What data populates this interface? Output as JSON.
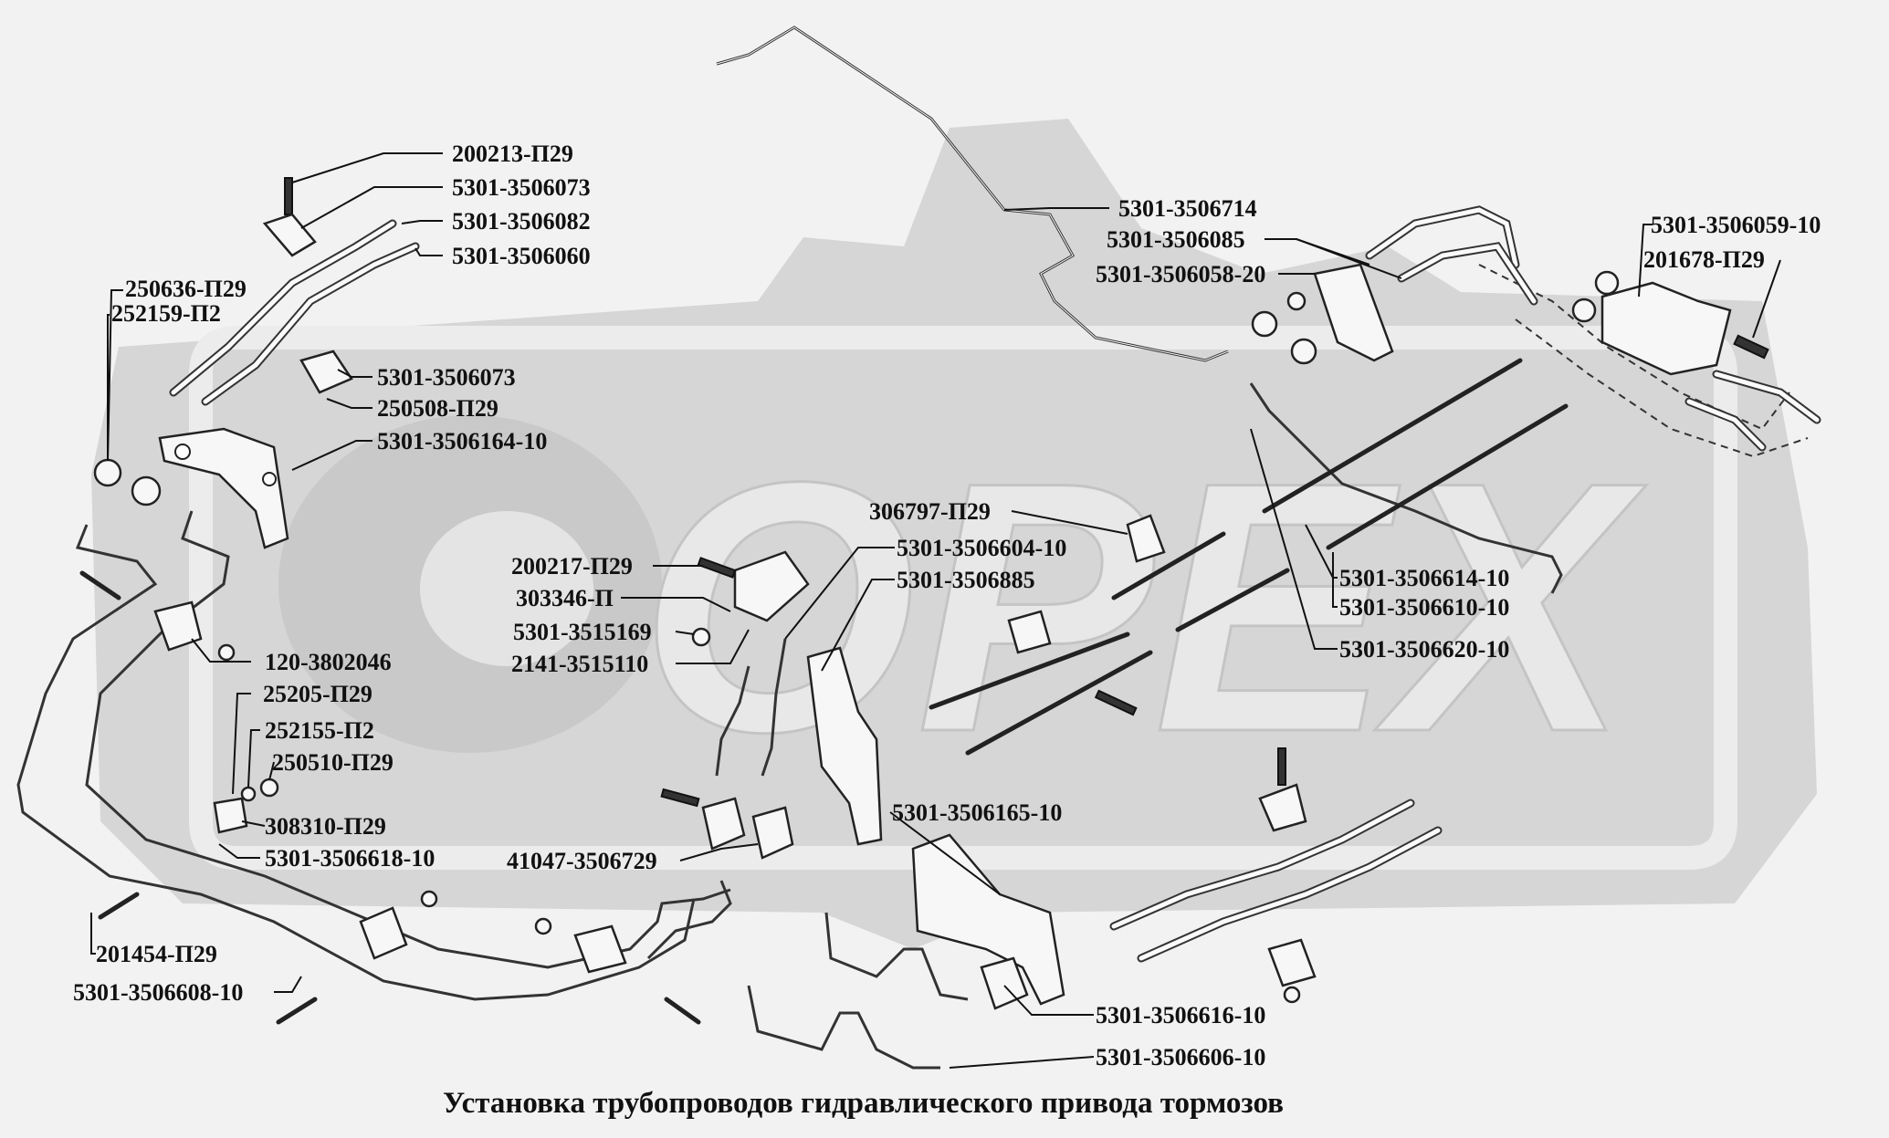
{
  "caption": "Установка трубопроводов гидравлического привода тормозов",
  "watermark": {
    "text": "OPEX",
    "color": "#d4d4d4"
  },
  "labels": [
    "200213-П29",
    "5301-3506073",
    "5301-3506082",
    "5301-3506060",
    "250636-П29",
    "252159-П2",
    "5301-3506073",
    "250508-П29",
    "5301-3506164-10",
    "5301-3506714",
    "5301-3506085",
    "5301-3506058-20",
    "5301-3506059-10",
    "201678-П29",
    "306797-П29",
    "200217-П29",
    "5301-3506604-10",
    "5301-3506885",
    "303346-П",
    "5301-3515169",
    "2141-3515110",
    "5301-3506614-10",
    "5301-3506610-10",
    "5301-3506620-10",
    "120-3802046",
    "25205-П29",
    "252155-П2",
    "250510-П29",
    "308310-П29",
    "5301-3506618-10",
    "41047-3506729",
    "5301-3506165-10",
    "201454-П29",
    "5301-3506608-10",
    "5301-3506616-10",
    "5301-3506606-10"
  ]
}
